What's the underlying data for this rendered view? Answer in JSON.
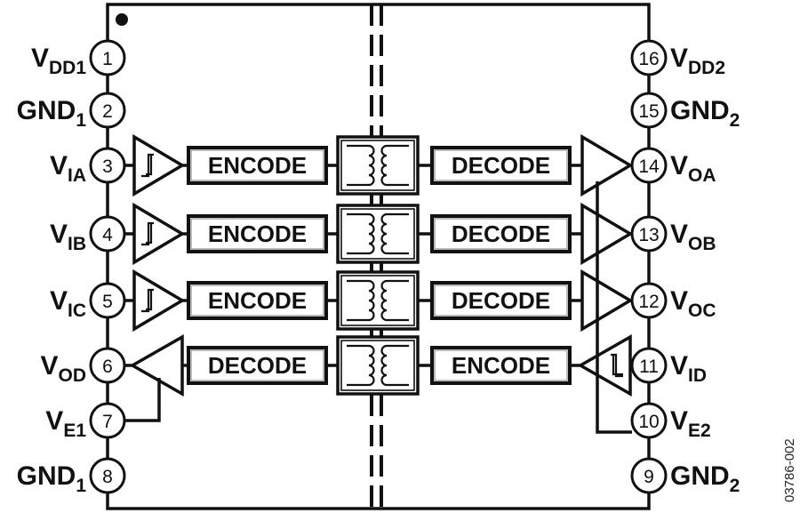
{
  "diagram": {
    "type": "isolator-pinout",
    "figure_code": "03786-002",
    "pin1_marker": "dot",
    "left_pins": [
      {
        "number": "1",
        "name": "V",
        "sub": "DD1"
      },
      {
        "number": "2",
        "name": "GND",
        "sub": "1"
      },
      {
        "number": "3",
        "name": "V",
        "sub": "IA"
      },
      {
        "number": "4",
        "name": "V",
        "sub": "IB"
      },
      {
        "number": "5",
        "name": "V",
        "sub": "IC"
      },
      {
        "number": "6",
        "name": "V",
        "sub": "OD"
      },
      {
        "number": "7",
        "name": "V",
        "sub": "E1"
      },
      {
        "number": "8",
        "name": "GND",
        "sub": "1"
      }
    ],
    "right_pins": [
      {
        "number": "16",
        "name": "V",
        "sub": "DD2"
      },
      {
        "number": "15",
        "name": "GND",
        "sub": "2"
      },
      {
        "number": "14",
        "name": "V",
        "sub": "OA"
      },
      {
        "number": "13",
        "name": "V",
        "sub": "OB"
      },
      {
        "number": "12",
        "name": "V",
        "sub": "OC"
      },
      {
        "number": "11",
        "name": "V",
        "sub": "ID"
      },
      {
        "number": "10",
        "name": "V",
        "sub": "E2"
      },
      {
        "number": "9",
        "name": "GND",
        "sub": "2"
      }
    ],
    "channels": [
      {
        "left_block": "ENCODE",
        "right_block": "DECODE",
        "direction": "left-to-right",
        "left_buffer": "schmitt-input",
        "right_buffer": "output"
      },
      {
        "left_block": "ENCODE",
        "right_block": "DECODE",
        "direction": "left-to-right",
        "left_buffer": "schmitt-input",
        "right_buffer": "output"
      },
      {
        "left_block": "ENCODE",
        "right_block": "DECODE",
        "direction": "left-to-right",
        "left_buffer": "schmitt-input",
        "right_buffer": "output"
      },
      {
        "left_block": "DECODE",
        "right_block": "ENCODE",
        "direction": "right-to-left",
        "left_buffer": "output",
        "right_buffer": "schmitt-input"
      }
    ]
  }
}
